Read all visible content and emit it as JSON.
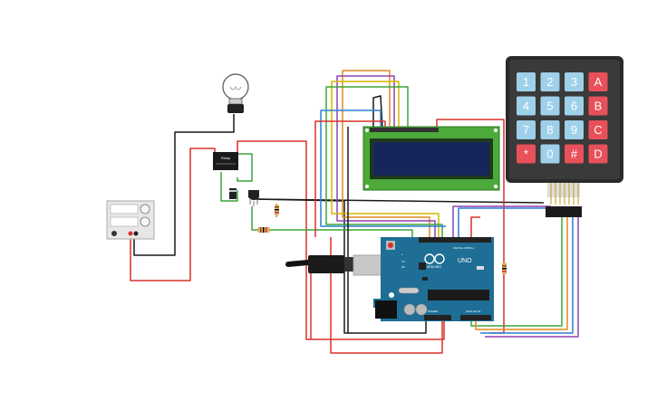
{
  "keypad": {
    "keys": [
      "1",
      "2",
      "3",
      "A",
      "4",
      "5",
      "6",
      "B",
      "7",
      "8",
      "9",
      "C",
      "*",
      "0",
      "#",
      "D"
    ]
  },
  "arduino": {
    "brand": "ARDUINO",
    "model": "UNO",
    "digital_label": "DIGITAL (PWM~)",
    "analog_label": "ANALOG IN",
    "power_label": "POWER",
    "tx_label": "TX",
    "rx_label": "RX",
    "l_label": "L"
  },
  "relay": {
    "label": "Relay"
  },
  "colors": {
    "wire_red": "#d9302c",
    "wire_black": "#1a1a1a",
    "wire_green": "#3aa63a",
    "wire_purple": "#8e44ad",
    "wire_orange": "#e08a1e",
    "wire_blue": "#2d7fd3",
    "wire_yellow": "#d4b800",
    "board_teal": "#1e6e96",
    "lcd_green": "#4caa3a",
    "lcd_screen": "#14265a",
    "keypad_body": "#2a2a2a",
    "key_blue": "#9fd0ea",
    "key_red": "#e8505a"
  }
}
